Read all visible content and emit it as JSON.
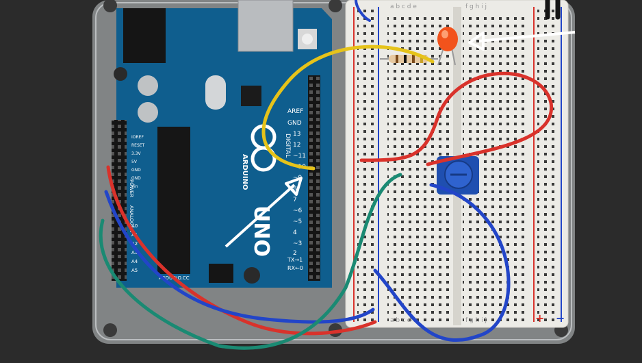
{
  "photo": {
    "board_labels": {
      "digital": "DIGITAL",
      "arduino": "ARDUINO",
      "uno": "UNO",
      "power": "POWER",
      "analog": "ANALOG IN",
      "aref": "AREF",
      "gnd": "GND",
      "tx": "TX→1",
      "rx": "RX←0",
      "cc": "ARDUINO.CC"
    },
    "power_pins": [
      "IOREF",
      "RESET",
      "3.3V",
      "5V",
      "GND",
      "GND",
      "Vin"
    ],
    "analog_pins": [
      "A0",
      "A1",
      "A2",
      "A3",
      "A4",
      "A5"
    ],
    "digital_pins": [
      "13",
      "12",
      "~11",
      "~10",
      "~9",
      "8",
      "7",
      "~6",
      "~5",
      "4",
      "~3",
      "2"
    ],
    "breadboard_top_letters": "a b c d e",
    "breadboard_top_letters_right": "f g h i j",
    "breadboard_rail_plus": "+",
    "breadboard_rail_minus": "−",
    "colors": {
      "background": "#2b2b2b",
      "acrylic": "#c9cdd0",
      "board": "#0f5e8e",
      "breadboard": "#ecebe6",
      "wire_yellow": "#e6c31a",
      "wire_red": "#d9322b",
      "wire_blue": "#2245c8",
      "wire_green": "#1a8a73",
      "led": "#f2531c",
      "pot": "#1f4fb0",
      "arrow": "#ffffff"
    }
  }
}
